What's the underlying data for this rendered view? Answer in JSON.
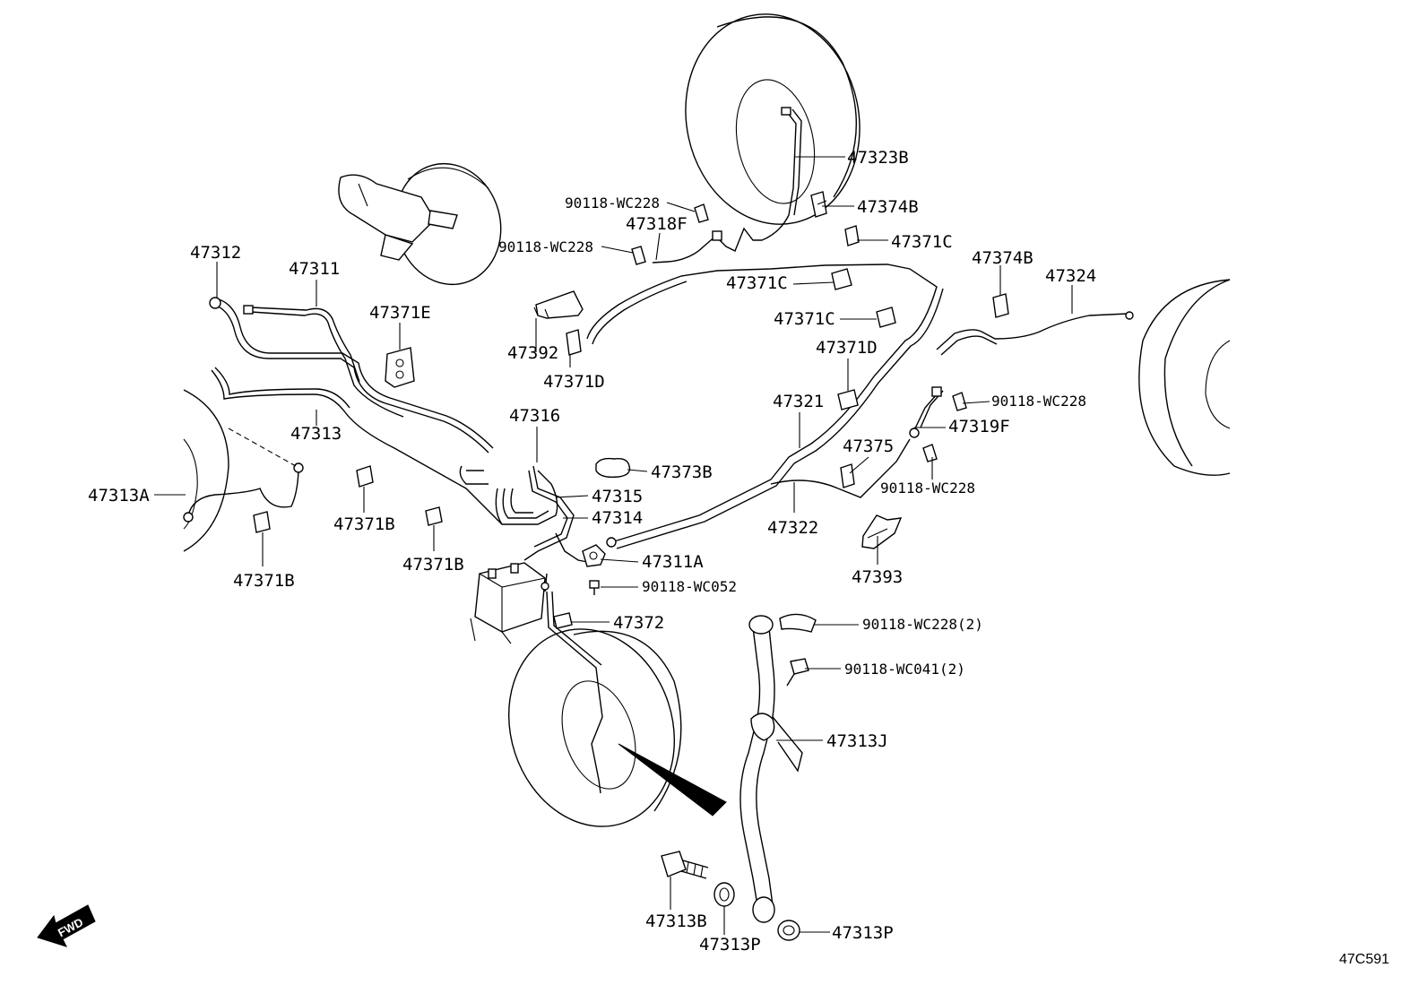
{
  "diagram_ref": "47C591",
  "fwd_label": "FWD",
  "labels": {
    "l_47323B": "47323B",
    "l_90118_WC228_a": "90118-WC228",
    "l_47374B_a": "47374B",
    "l_47318F": "47318F",
    "l_90118_WC228_b": "90118-WC228",
    "l_47371C_a": "47371C",
    "l_47374B_b": "47374B",
    "l_47324": "47324",
    "l_47312": "47312",
    "l_47311": "47311",
    "l_47371E": "47371E",
    "l_47371C_b": "47371C",
    "l_47371C_c": "47371C",
    "l_47392": "47392",
    "l_47371D_a": "47371D",
    "l_47371D_b": "47371D",
    "l_90118_WC228_c": "90118-WC228",
    "l_47321": "47321",
    "l_47319F": "47319F",
    "l_47316": "47316",
    "l_47313": "47313",
    "l_47375": "47375",
    "l_47373B": "47373B",
    "l_90118_WC228_d": "90118-WC228",
    "l_47313A": "47313A",
    "l_47315": "47315",
    "l_47314": "47314",
    "l_47322": "47322",
    "l_47371B_a": "47371B",
    "l_47371B_b": "47371B",
    "l_47371B_c": "47371B",
    "l_47311A": "47311A",
    "l_47393": "47393",
    "l_90118_WC052": "90118-WC052",
    "l_47372": "47372",
    "l_90118_WC228_2": "90118-WC228(2)",
    "l_90118_WC041_2": "90118-WC041(2)",
    "l_47313J": "47313J",
    "l_47313B": "47313B",
    "l_47313P_a": "47313P",
    "l_47313P_b": "47313P"
  }
}
